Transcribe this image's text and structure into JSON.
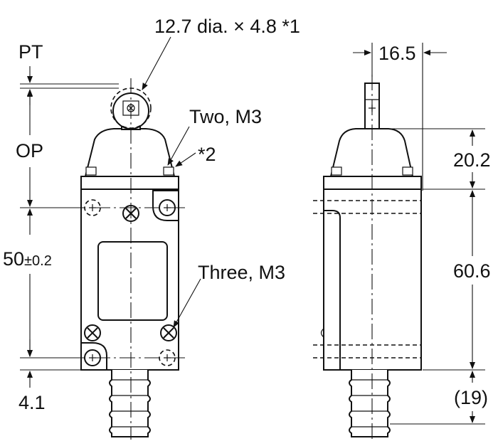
{
  "labels": {
    "roller": "12.7 dia. × 4.8 *1",
    "pt": "PT",
    "op": "OP",
    "two_m3": "Two, M3",
    "note2": "*2",
    "dim50_value": "50",
    "dim50_tol": "±0.2",
    "three_m3": "Three, M3",
    "dim41": "4.1",
    "dim165": "16.5",
    "dim202": "20.2",
    "dim606": "60.6",
    "dim19": "(19)"
  }
}
